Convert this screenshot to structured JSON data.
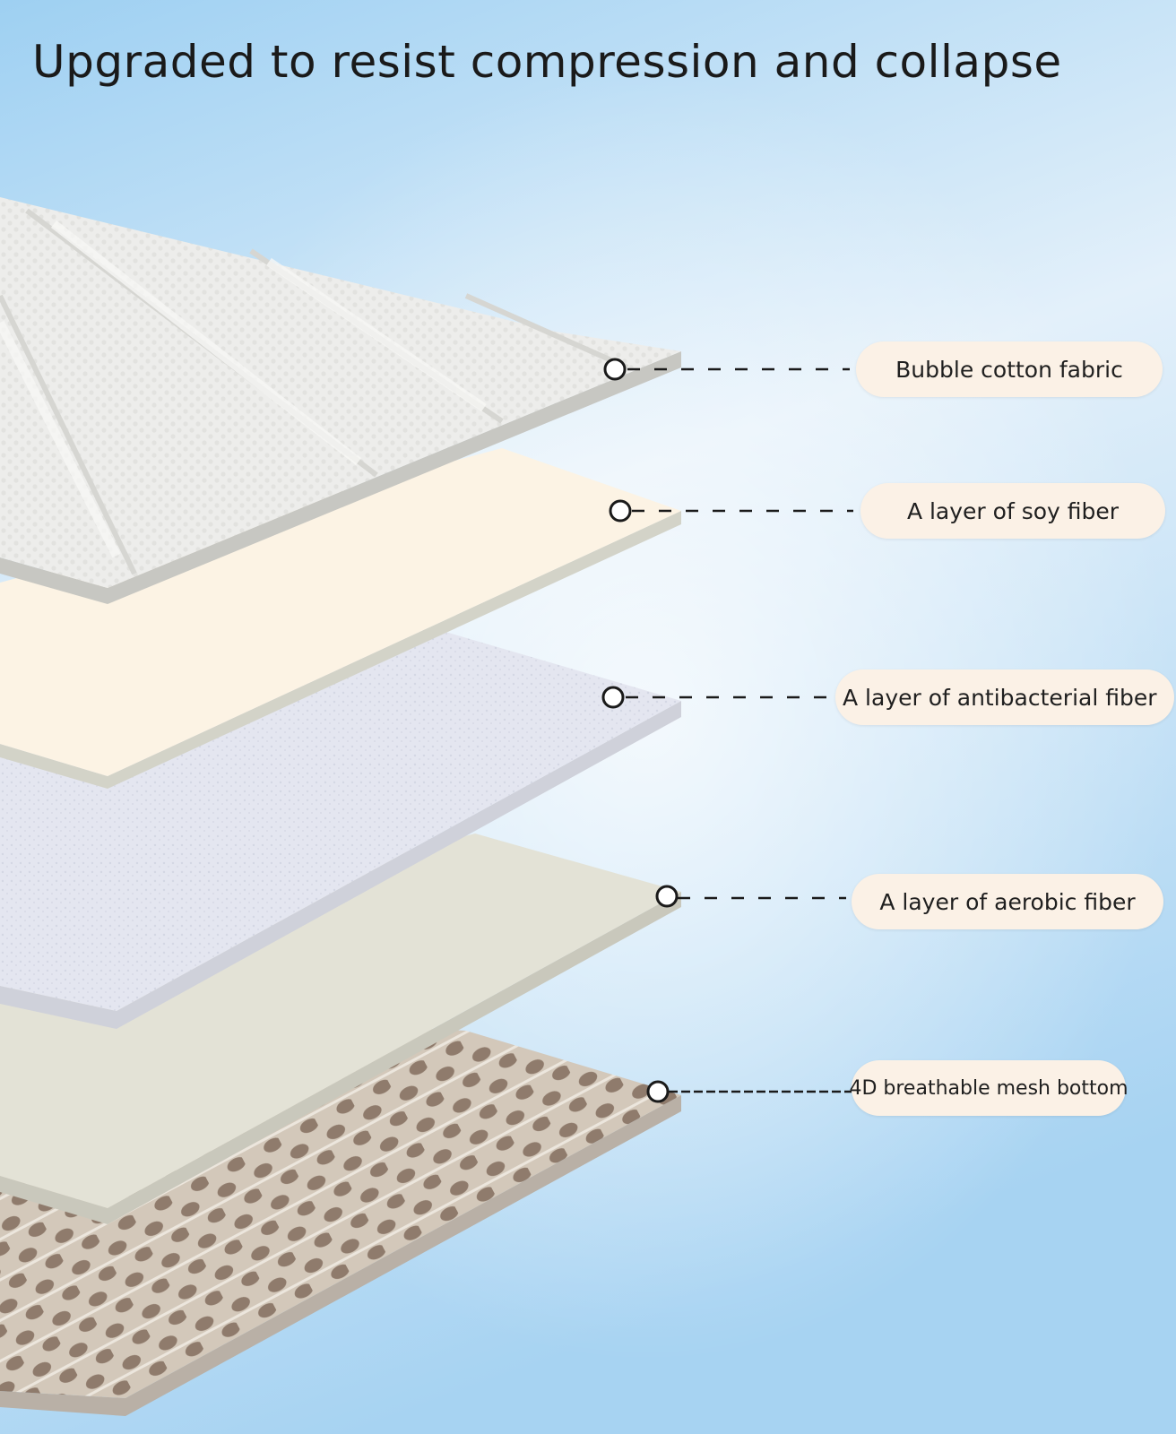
{
  "title": "Upgraded to resist compression and collapse",
  "layers": [
    {
      "label": "Bubble cotton fabric"
    },
    {
      "label": "A layer of soy fiber"
    },
    {
      "label": "A layer of antibacterial fiber"
    },
    {
      "label": "A layer of aerobic fiber"
    },
    {
      "label": "4D breathable mesh bottom"
    }
  ],
  "colors": {
    "background_top": "#8ec6ee",
    "background_mid": "#e4f1fb",
    "background_bottom": "#9ccdf1",
    "label_fill": "#fbf1e6",
    "layer_cotton": "#f0f0ee",
    "layer_soy": "#fcf3e4",
    "layer_antibacterial": "#e2e4ee",
    "layer_aerobic": "#e3e2d6",
    "layer_mesh": "#c8bcae",
    "edge": "#cfcfc4"
  }
}
